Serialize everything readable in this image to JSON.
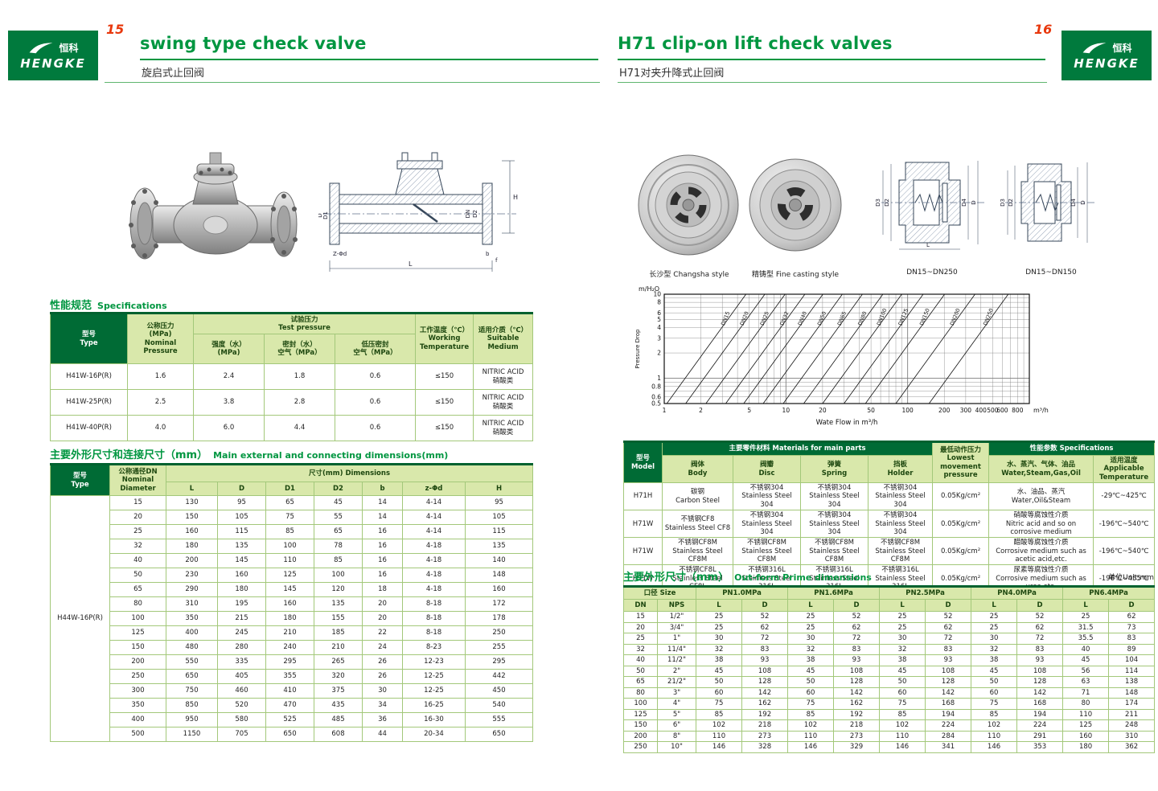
{
  "brand": {
    "cn": "恒科",
    "en": "HENGKE"
  },
  "left_page": {
    "page_number": "15",
    "title": "swing type check valve",
    "subtitle": "旋启式止回阀",
    "sections": {
      "spec_cn": "性能规范",
      "spec_en": "Specifications",
      "dim_cn": "主要外形尺寸和连接尺寸（mm）",
      "dim_en": "Main external and connecting dimensions(mm)"
    },
    "drawing_labels": {
      "d": "D",
      "d1": "D1",
      "dn": "DN",
      "d2": "D2",
      "h": "H",
      "l": "L",
      "zd": "Z-Φd",
      "b": "b",
      "f": "f"
    },
    "spec_table": {
      "h": {
        "type": "型号\nType",
        "nominal": "公称压力\n(MPa)\nNominal\nPressure",
        "test": "试验压力\nTest pressure",
        "strength": "强度（水）\n(MPa)",
        "seal": "密封（水）\n空气（MPa）",
        "low_seal": "低压密封\n空气（MPa）",
        "temp": "工作温度（℃）\nWorking\nTemperature",
        "medium": "适用介质（℃）\nSuitable\nMedium"
      },
      "rows": [
        [
          "H41W-16P(R)",
          "1.6",
          "2.4",
          "1.8",
          "0.6",
          "≤150",
          "NITRIC ACID\n硝酸类"
        ],
        [
          "H41W-25P(R)",
          "2.5",
          "3.8",
          "2.8",
          "0.6",
          "≤150",
          "NITRIC ACID\n硝酸类"
        ],
        [
          "H41W-40P(R)",
          "4.0",
          "6.0",
          "4.4",
          "0.6",
          "≤150",
          "NITRIC ACID\n硝酸类"
        ]
      ]
    },
    "dim_table": {
      "h": {
        "type": "型号\nType",
        "dn": "公称通径DN\nNominal\nDiameter",
        "dims": "尺寸(mm) Dimensions",
        "cols": [
          "L",
          "D",
          "D1",
          "D2",
          "b",
          "z-Φd",
          "H"
        ]
      },
      "model": "H44W-16P(R)",
      "rows": [
        [
          "15",
          "130",
          "95",
          "65",
          "45",
          "14",
          "4-14",
          "95"
        ],
        [
          "20",
          "150",
          "105",
          "75",
          "55",
          "14",
          "4-14",
          "105"
        ],
        [
          "25",
          "160",
          "115",
          "85",
          "65",
          "16",
          "4-14",
          "115"
        ],
        [
          "32",
          "180",
          "135",
          "100",
          "78",
          "16",
          "4-18",
          "135"
        ],
        [
          "40",
          "200",
          "145",
          "110",
          "85",
          "16",
          "4-18",
          "140"
        ],
        [
          "50",
          "230",
          "160",
          "125",
          "100",
          "16",
          "4-18",
          "148"
        ],
        [
          "65",
          "290",
          "180",
          "145",
          "120",
          "18",
          "4-18",
          "160"
        ],
        [
          "80",
          "310",
          "195",
          "160",
          "135",
          "20",
          "8-18",
          "172"
        ],
        [
          "100",
          "350",
          "215",
          "180",
          "155",
          "20",
          "8-18",
          "178"
        ],
        [
          "125",
          "400",
          "245",
          "210",
          "185",
          "22",
          "8-18",
          "250"
        ],
        [
          "150",
          "480",
          "280",
          "240",
          "210",
          "24",
          "8-23",
          "255"
        ],
        [
          "200",
          "550",
          "335",
          "295",
          "265",
          "26",
          "12-23",
          "295"
        ],
        [
          "250",
          "650",
          "405",
          "355",
          "320",
          "26",
          "12-25",
          "442"
        ],
        [
          "300",
          "750",
          "460",
          "410",
          "375",
          "30",
          "12-25",
          "450"
        ],
        [
          "350",
          "850",
          "520",
          "470",
          "435",
          "34",
          "16-25",
          "540"
        ],
        [
          "400",
          "950",
          "580",
          "525",
          "485",
          "36",
          "16-30",
          "555"
        ],
        [
          "500",
          "1150",
          "705",
          "650",
          "608",
          "44",
          "20-34",
          "650"
        ]
      ]
    }
  },
  "right_page": {
    "page_number": "16",
    "title": "H71 clip-on lift check valves",
    "subtitle": "H71对夹升降式止回阀",
    "captions": {
      "photo1": "长沙型 Changsha style",
      "photo2": "精铸型 Fine casting style",
      "drawing1": "DN15~DN250",
      "drawing2": "DN15~DN150"
    },
    "drawing_labels": {
      "d3": "D3",
      "d2": "D2",
      "d4": "D4",
      "d": "D",
      "l": "L"
    },
    "materials_table": {
      "h": {
        "model": "型号\nModel",
        "materials": "主要零件材料 Materials for main parts",
        "body": "阀体\nBody",
        "disc": "阀瓣\nDisc",
        "spring": "弹簧\nSpring",
        "holder": "挡板\nHolder",
        "pressure": "最低动作压力\nLowest movement\npressure",
        "specs": "性能参数 Specifications",
        "medium": "水、蒸汽、气体、油品\nWater,Steam,Gas,Oil",
        "temp": "适用温度\nApplicable\nTemperature"
      },
      "rows": [
        [
          "H71H",
          "碳钢\nCarbon Steel",
          "不锈钢304\nStainless Steel 304",
          "不锈钢304\nStainless Steel 304",
          "不锈钢304\nStainless Steel 304",
          "0.05Kg/cm²",
          "水、油品、蒸汽\nWater,Oil&Steam",
          "-29℃~425℃"
        ],
        [
          "H71W",
          "不锈钢CF8\nStainless Steel CF8",
          "不锈钢304\nStainless Steel 304",
          "不锈钢304\nStainless Steel 304",
          "不锈钢304\nStainless Steel 304",
          "0.05Kg/cm²",
          "硝酸等腐蚀性介质\nNitric acid and so on corrosive medium",
          "-196℃~540℃"
        ],
        [
          "H71W",
          "不锈钢CF8M\nStainless Steel CF8M",
          "不锈钢CF8M\nStainless Steel CF8M",
          "不锈钢CF8M\nStainless Steel CF8M",
          "不锈钢CF8M\nStainless Steel CF8M",
          "0.05Kg/cm²",
          "醋酸等腐蚀性介质\nCorrosive medium such as acetic acid,etc.",
          "-196℃~540℃"
        ],
        [
          "H71W",
          "不锈钢CF8L\nStainless Steel CF8L",
          "不锈钢316L\nStainless Steel 316L",
          "不锈钢316L\nStainless Steel 316L",
          "不锈钢316L\nStainless Steel 316L",
          "0.05Kg/cm²",
          "尿素等腐蚀性介质\nCorrosive medium such as urea,etc.",
          "-196℃~455℃"
        ]
      ]
    },
    "sections": {
      "dim_cn": "主要外形尺寸（mm）",
      "dim_en": "Out-form Prime dimensions",
      "unit": "单位Unit:mm"
    },
    "outform_table": {
      "h": {
        "size": "口径 Size",
        "dn": "DN",
        "nps": "NPS",
        "l": "L",
        "d": "D"
      },
      "pn": [
        "PN1.0MPa",
        "PN1.6MPa",
        "PN2.5MPa",
        "PN4.0MPa",
        "PN6.4MPa"
      ],
      "rows": [
        [
          "15",
          "1/2\"",
          "25",
          "52",
          "25",
          "52",
          "25",
          "52",
          "25",
          "52",
          "25",
          "62"
        ],
        [
          "20",
          "3/4\"",
          "25",
          "62",
          "25",
          "62",
          "25",
          "62",
          "25",
          "62",
          "31.5",
          "73"
        ],
        [
          "25",
          "1\"",
          "30",
          "72",
          "30",
          "72",
          "30",
          "72",
          "30",
          "72",
          "35.5",
          "83"
        ],
        [
          "32",
          "11/4\"",
          "32",
          "83",
          "32",
          "83",
          "32",
          "83",
          "32",
          "83",
          "40",
          "89"
        ],
        [
          "40",
          "11/2\"",
          "38",
          "93",
          "38",
          "93",
          "38",
          "93",
          "38",
          "93",
          "45",
          "104"
        ],
        [
          "50",
          "2\"",
          "45",
          "108",
          "45",
          "108",
          "45",
          "108",
          "45",
          "108",
          "56",
          "114"
        ],
        [
          "65",
          "21/2\"",
          "50",
          "128",
          "50",
          "128",
          "50",
          "128",
          "50",
          "128",
          "63",
          "138"
        ],
        [
          "80",
          "3\"",
          "60",
          "142",
          "60",
          "142",
          "60",
          "142",
          "60",
          "142",
          "71",
          "148"
        ],
        [
          "100",
          "4\"",
          "75",
          "162",
          "75",
          "162",
          "75",
          "168",
          "75",
          "168",
          "80",
          "174"
        ],
        [
          "125",
          "5\"",
          "85",
          "192",
          "85",
          "192",
          "85",
          "194",
          "85",
          "194",
          "110",
          "211"
        ],
        [
          "150",
          "6\"",
          "102",
          "218",
          "102",
          "218",
          "102",
          "224",
          "102",
          "224",
          "125",
          "248"
        ],
        [
          "200",
          "8\"",
          "110",
          "273",
          "110",
          "273",
          "110",
          "284",
          "110",
          "291",
          "160",
          "310"
        ],
        [
          "250",
          "10\"",
          "146",
          "328",
          "146",
          "329",
          "146",
          "341",
          "146",
          "353",
          "180",
          "362"
        ]
      ]
    }
  },
  "chart_data": {
    "type": "line",
    "grid": "log-log",
    "y_unit_label": "m/H₂O",
    "ylabel": "Pressure Drop",
    "xlabel": "Wate Flow in m³/h",
    "x_unit_label": "m³/h",
    "x_ticks": [
      1,
      2,
      5,
      10,
      20,
      50,
      100,
      200,
      300,
      400,
      500,
      600,
      800
    ],
    "y_ticks": [
      10,
      8,
      6,
      5,
      4,
      3,
      2,
      1,
      0.8,
      0.6,
      0.5
    ],
    "xlim": [
      1,
      1000
    ],
    "ylim": [
      0.5,
      10
    ],
    "slope_loglog": 2,
    "series": [
      {
        "name": "DN15",
        "q0": 1.05
      },
      {
        "name": "DN20",
        "q0": 1.5
      },
      {
        "name": "DN25",
        "q0": 2.2
      },
      {
        "name": "DN32",
        "q0": 3.2
      },
      {
        "name": "DN40",
        "q0": 4.5
      },
      {
        "name": "DN50",
        "q0": 6.5
      },
      {
        "name": "DN65",
        "q0": 9.5
      },
      {
        "name": "DN80",
        "q0": 14
      },
      {
        "name": "DN100",
        "q0": 20
      },
      {
        "name": "DN125",
        "q0": 30
      },
      {
        "name": "DN150",
        "q0": 45
      },
      {
        "name": "DN200",
        "q0": 80
      },
      {
        "name": "DN250",
        "q0": 150
      }
    ]
  }
}
